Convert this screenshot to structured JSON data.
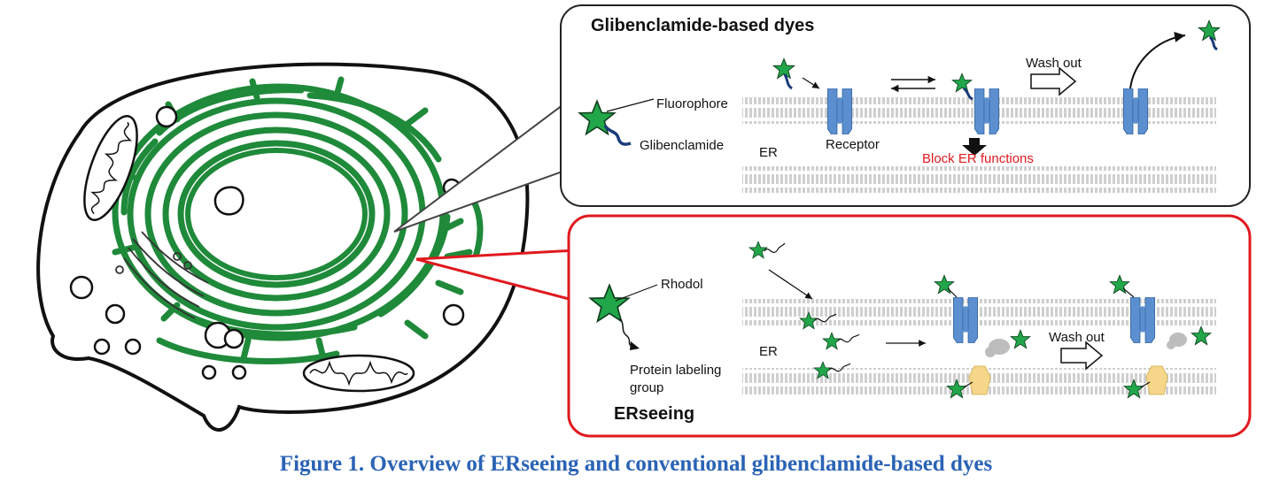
{
  "top_panel": {
    "title": "Glibenclamide-based dyes",
    "fluorophore_label": "Fluorophore",
    "glibenclamide_label": "Glibenclamide",
    "er_label": "ER",
    "receptor_label": "Receptor",
    "block_label": "Block ER functions",
    "wash_out_label": "Wash out"
  },
  "bottom_panel": {
    "title": "ERseeing",
    "rhodol_label": "Rhodol",
    "protein_label_line1": "Protein labeling",
    "protein_label_line2": "group",
    "er_label": "ER",
    "wash_out_label": "Wash out"
  },
  "caption": "Figure 1. Overview of ERseeing and conventional glibenclamide-based dyes",
  "colors": {
    "er_green": "#1f8a3a",
    "star_green": "#22a64a",
    "receptor_blue": "#5b8fd0",
    "protein_yellow": "#f6d689",
    "highlight_red": "#e0191f",
    "caption_blue": "#2a63b5",
    "membrane_gray": "#c8c8c8"
  }
}
